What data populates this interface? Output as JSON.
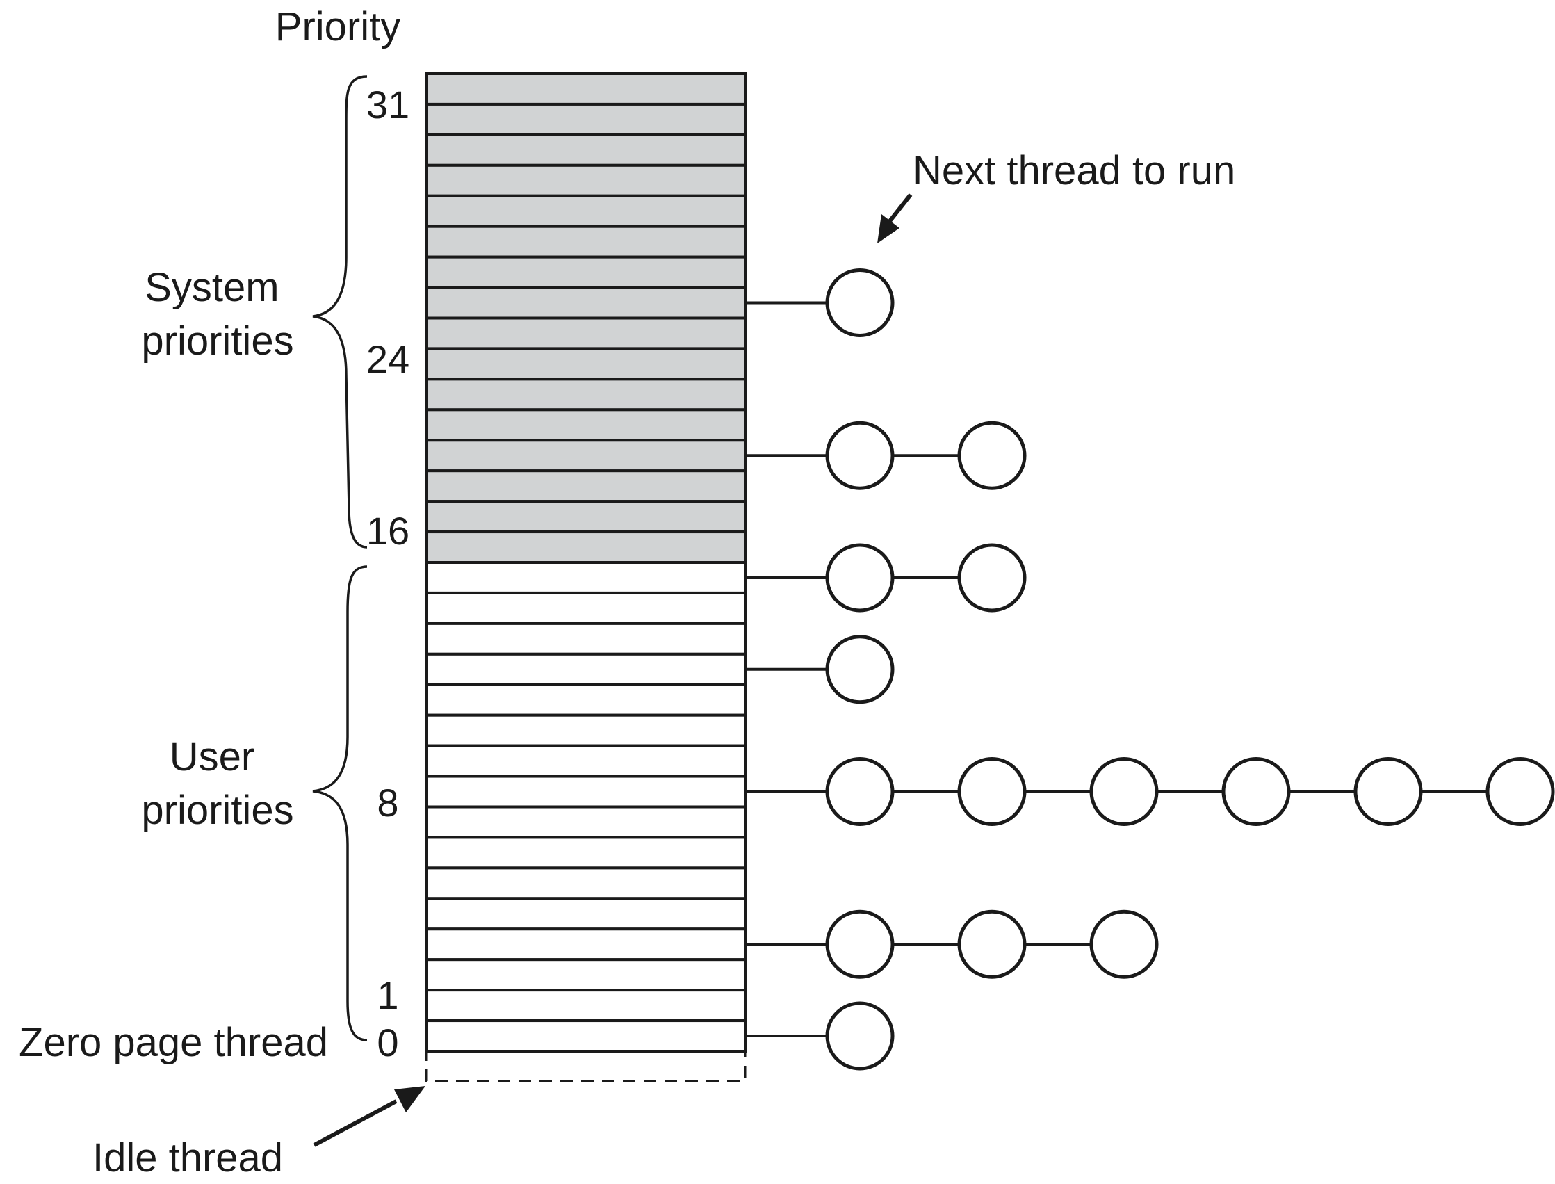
{
  "title": "Priority",
  "priority_labels": [
    "31",
    "24",
    "16",
    "8",
    "1",
    "0"
  ],
  "group_labels": {
    "system": [
      "System",
      "priorities"
    ],
    "user": [
      "User",
      "priorities"
    ]
  },
  "annotations": {
    "next_thread": "Next thread to run",
    "zero_page": "Zero page thread",
    "idle": "Idle thread"
  },
  "levels": {
    "count": 32,
    "system_min": 16,
    "max": 31
  },
  "queues": [
    {
      "priority": 24,
      "threads": 1
    },
    {
      "priority": 19,
      "threads": 2
    },
    {
      "priority": 15,
      "threads": 2
    },
    {
      "priority": 12,
      "threads": 1
    },
    {
      "priority": 8,
      "threads": 6
    },
    {
      "priority": 3,
      "threads": 3
    },
    {
      "priority": 0,
      "threads": 1
    }
  ],
  "colors": {
    "system_fill": "#d1d3d4",
    "user_fill": "#ffffff",
    "stroke": "#1a1a1a"
  }
}
